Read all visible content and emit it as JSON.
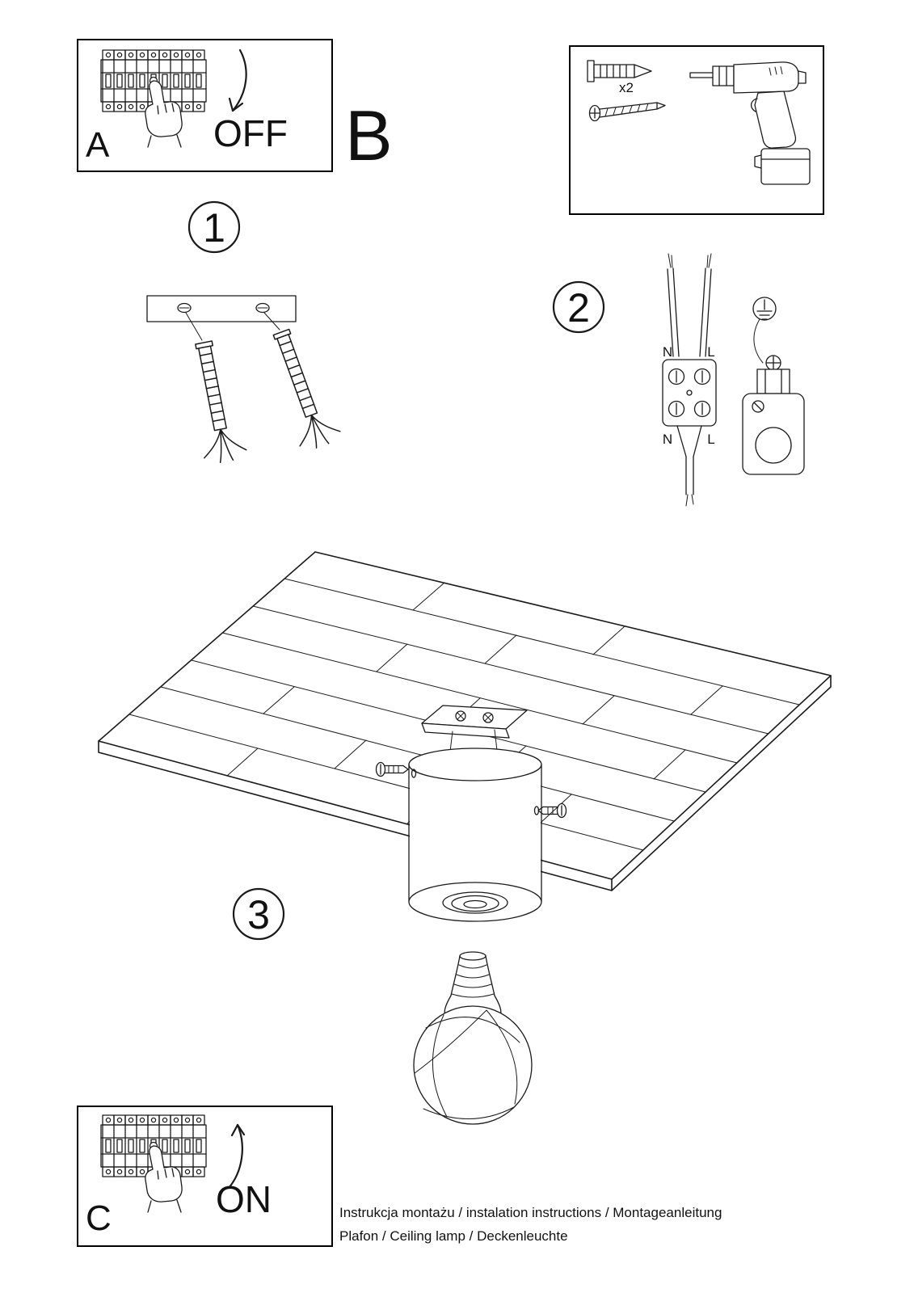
{
  "steps": {
    "one": "1",
    "two": "2",
    "three": "3"
  },
  "power_off": {
    "label": "A",
    "state": "OFF"
  },
  "power_on": {
    "label": "C",
    "state": "ON"
  },
  "section_label": "B",
  "parts": {
    "anchor_qty": "x2"
  },
  "wiring": {
    "n_top": "N",
    "l_top": "L",
    "n_bottom": "N",
    "l_bottom": "L"
  },
  "footer": {
    "line1": "Instrukcja montażu / instalation instructions / Montageanleitung",
    "line2": "Plafon / Ceiling lamp / Deckenleuchte"
  }
}
